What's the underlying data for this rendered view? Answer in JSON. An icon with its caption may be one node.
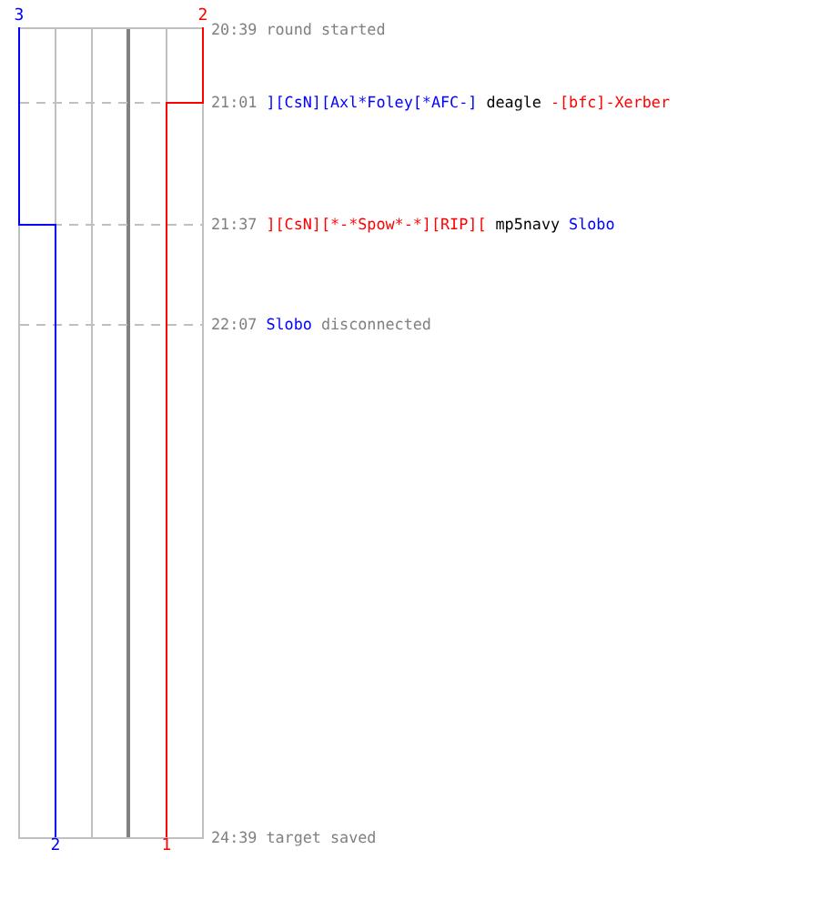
{
  "diagram": {
    "nodes": [
      {
        "text": [
          "3"
        ]
      },
      {
        "text": [
          "2"
        ]
      },
      {
        "text": [
          "2"
        ]
      },
      {
        "text": [
          "1"
        ]
      }
    ],
    "edges": [
      {
        "from": 0,
        "to": 2,
        "arrow": "none",
        "color": "#0000ff"
      },
      {
        "from": 1,
        "to": 3,
        "arrow": "none",
        "color": "#ff0000"
      }
    ],
    "labels": [
      "20:39",
      "round started",
      "21:01",
      "][CsN][Axl*Foley[*AFC-]",
      "deagle",
      "-[bfc]-Xerber",
      "21:37",
      "][CsN][*-*Spow*-*][RIP][",
      "mp5navy",
      "Slobo",
      "22:07",
      "Slobo",
      "disconnected",
      "24:39",
      "target saved"
    ]
  }
}
